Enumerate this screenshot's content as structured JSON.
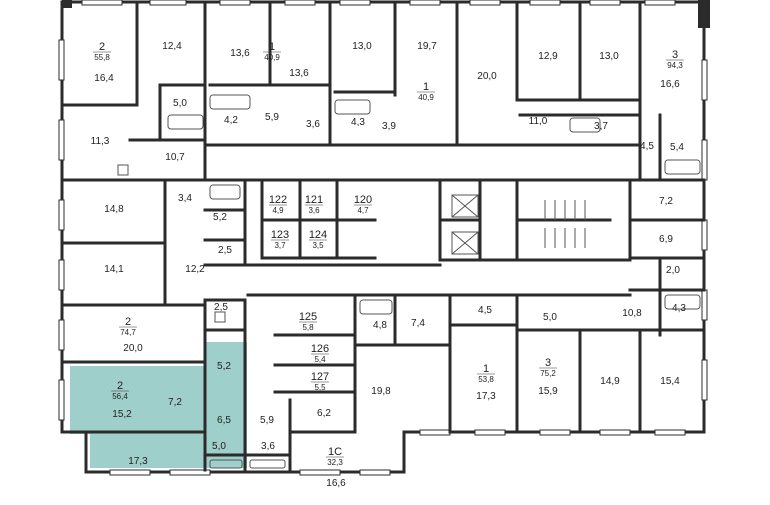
{
  "colors": {
    "wall": "#2b2b2b",
    "highlight": "#9fcfca",
    "background": "#ffffff"
  },
  "units": [
    {
      "num": "2",
      "total": "55,8"
    },
    {
      "num": "1",
      "total": "40,9"
    },
    {
      "num": "1",
      "total": "40,9"
    },
    {
      "num": "3",
      "total": "94,3"
    },
    {
      "num": "122",
      "total": "4,9"
    },
    {
      "num": "121",
      "total": "3,6"
    },
    {
      "num": "120",
      "total": "4,7"
    },
    {
      "num": "123",
      "total": "3,7"
    },
    {
      "num": "124",
      "total": "3,5"
    },
    {
      "num": "2",
      "total": "74,7"
    },
    {
      "num": "125",
      "total": "5,8"
    },
    {
      "num": "126",
      "total": "5,4"
    },
    {
      "num": "127",
      "total": "5,5"
    },
    {
      "num": "1",
      "total": "53,8"
    },
    {
      "num": "3",
      "total": "75,2"
    },
    {
      "num": "2",
      "total": "56,4"
    },
    {
      "num": "1С",
      "total": "32,3"
    }
  ],
  "rooms": [
    "16,4",
    "12,4",
    "13,6",
    "13,6",
    "13,0",
    "19,7",
    "20,0",
    "12,9",
    "13,0",
    "16,6",
    "5,0",
    "4,2",
    "5,9",
    "3,6",
    "4,3",
    "3,9",
    "11,0",
    "3,7",
    "4,5",
    "5,4",
    "11,3",
    "10,7",
    "14,8",
    "3,4",
    "5,2",
    "2,5",
    "12,2",
    "14,1",
    "2,5",
    "20,0",
    "7,2",
    "6,9",
    "2,0",
    "4,3",
    "4,8",
    "7,4",
    "4,5",
    "5,0",
    "10,8",
    "19,8",
    "17,3",
    "15,9",
    "14,9",
    "15,4",
    "5,2",
    "7,2",
    "15,2",
    "6,5",
    "5,9",
    "6,2",
    "17,3",
    "5,0",
    "3,6",
    "16,6"
  ]
}
